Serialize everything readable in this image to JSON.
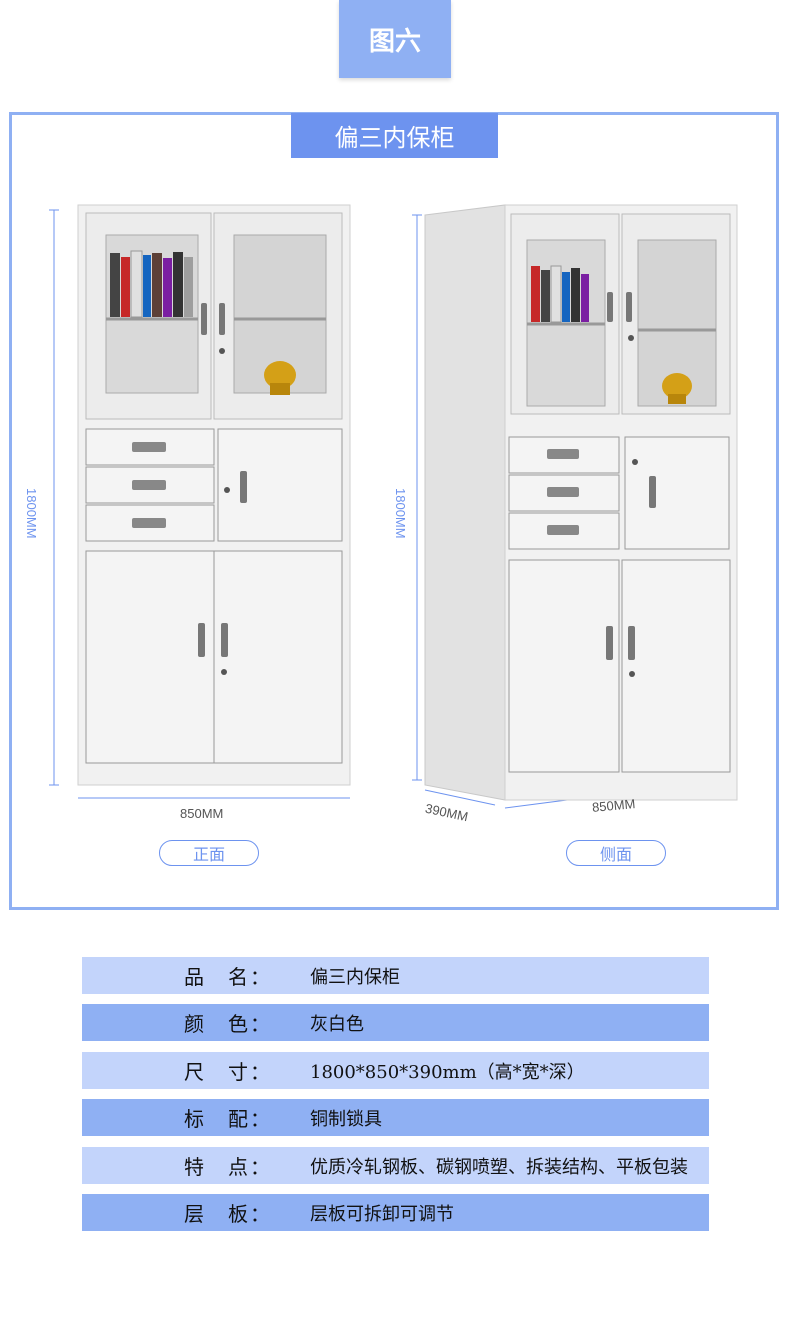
{
  "header": {
    "tab_label": "图六"
  },
  "product_frame": {
    "title": "偏三内保柜",
    "front_view": {
      "label": "正面",
      "height_dim": "1800MM",
      "width_dim": "850MM"
    },
    "side_view": {
      "label": "侧面",
      "height_dim": "1800MM",
      "width_dim": "850MM",
      "depth_dim": "390MM"
    }
  },
  "specs": [
    {
      "label": "品　名：",
      "value": "偏三内保柜"
    },
    {
      "label": "颜　色：",
      "value": "灰白色"
    },
    {
      "label": "尺　寸：",
      "value": "1800*850*390mm（高*宽*深）"
    },
    {
      "label": "标　配：",
      "value": "铜制锁具"
    },
    {
      "label": "特　点：",
      "value": "优质冷轧钢板、碳钢喷塑、拆装结构、平板包装"
    },
    {
      "label": "层　板：",
      "value": "层板可拆卸可调节"
    }
  ],
  "colors": {
    "accent": "#8fb0f3",
    "accent_dark": "#6d93ef",
    "row_light": "#c3d4fb"
  }
}
